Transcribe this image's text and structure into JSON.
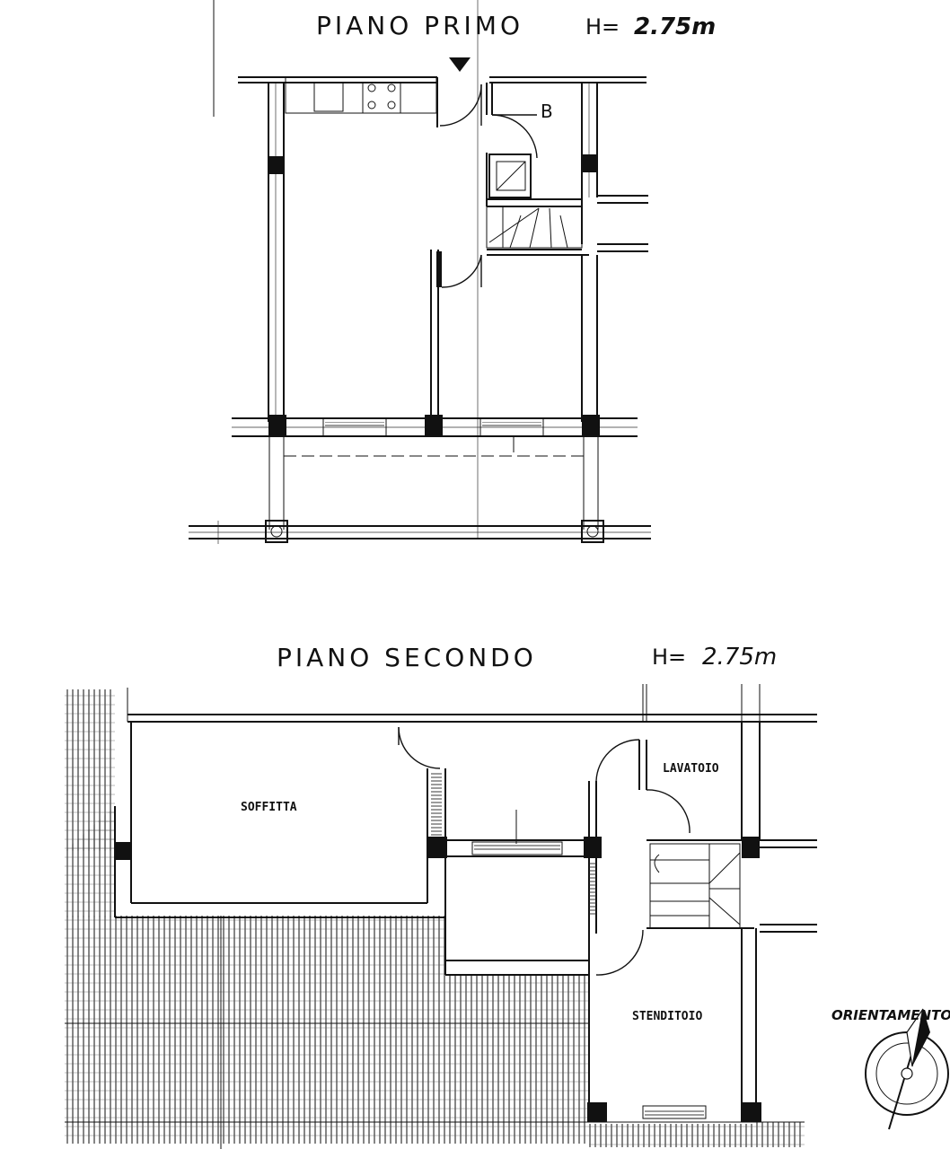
{
  "first_floor": {
    "title": "PIANO PRIMO",
    "height_prefix": "H=",
    "height_value": "2.75m",
    "rooms": {
      "bathroom": "B"
    }
  },
  "second_floor": {
    "title": "PIANO SECONDO",
    "height_prefix": "H=",
    "height_value": "2.75m",
    "rooms": {
      "attic": "SOFFITTA",
      "laundry": "LAVATOIO",
      "drying_room": "STENDITOIO"
    }
  },
  "orientation": {
    "label": "ORIENTAMENTO"
  }
}
